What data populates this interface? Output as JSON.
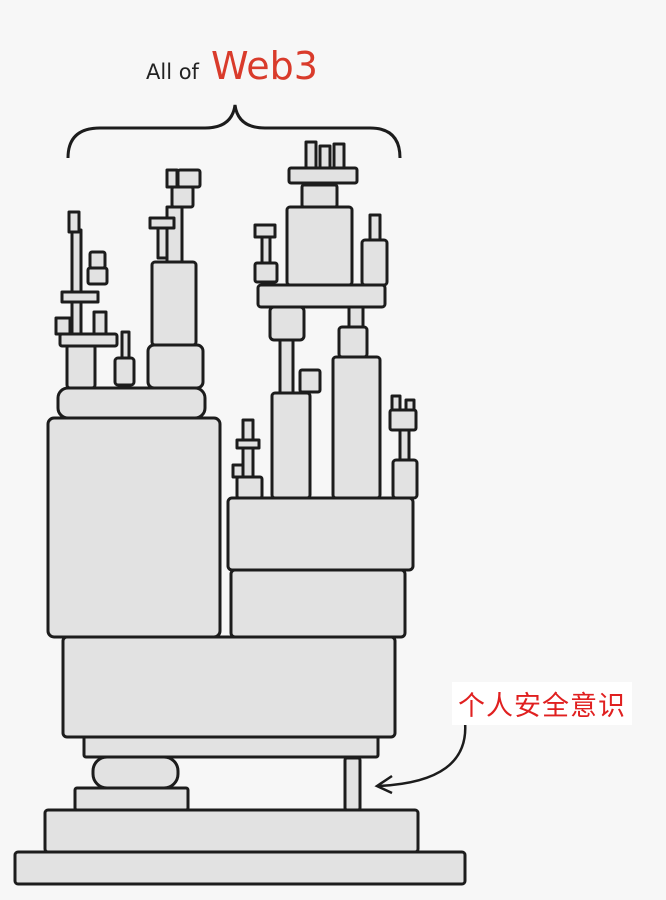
{
  "title": {
    "prefix": "All of",
    "highlight": "Web3"
  },
  "annotation": {
    "label": "个人安全意识"
  },
  "colors": {
    "accent": "#d93b2b",
    "label": "#e02020",
    "block_fill": "#e2e2e2"
  }
}
